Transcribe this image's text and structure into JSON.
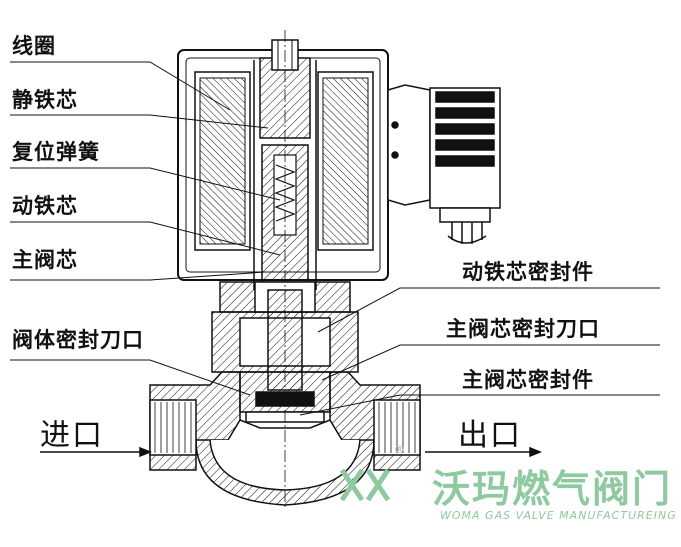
{
  "labels": {
    "coil": "线圈",
    "static_core": "静铁芯",
    "return_spring": "复位弹簧",
    "moving_core": "动铁芯",
    "main_core": "主阀芯",
    "body_seal_edge": "阀体密封刀口",
    "moving_core_seal": "动铁芯密封件",
    "main_core_seal_edge": "主阀芯密封刀口",
    "main_core_seal": "主阀芯密封件",
    "inlet": "进口",
    "outlet": "出口"
  },
  "brand": {
    "name_cn": "沃玛燃气阀门",
    "name_en": "WOMA GAS VALVE MANUFACTUREING",
    "reg_mark": "®"
  },
  "colors": {
    "line": "#111111",
    "brand": "#8fc9a0"
  }
}
